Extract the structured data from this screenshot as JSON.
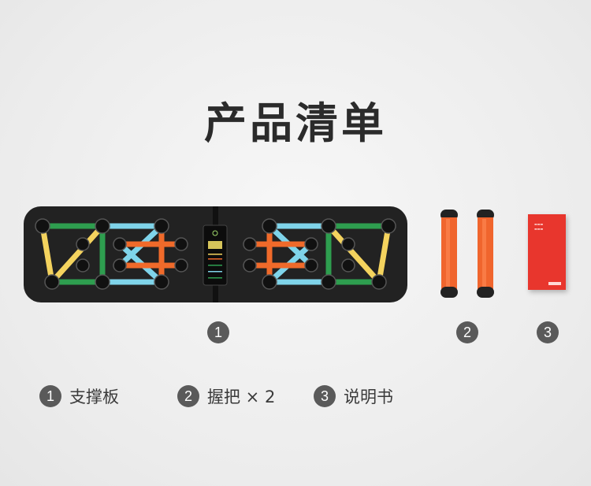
{
  "title": "产品清单",
  "items": [
    {
      "number": "1",
      "label": "支撑板"
    },
    {
      "number": "2",
      "label": "握把 × 2"
    },
    {
      "number": "3",
      "label": "说明书"
    }
  ],
  "colors": {
    "board": "#222222",
    "yellow": "#f4d35e",
    "green": "#2e9e4f",
    "blue": "#7fd4ea",
    "orange": "#f06a2a",
    "handle": "#f0652d",
    "manual": "#e8362d",
    "badge": "#5a5a5a"
  }
}
